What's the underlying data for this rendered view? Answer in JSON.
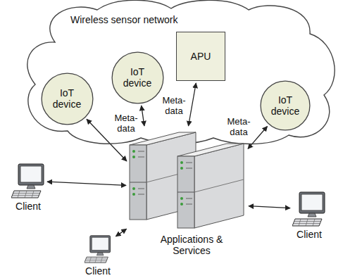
{
  "diagram": {
    "nodes": [
      {
        "text": [
          "Wireless sensor network"
        ]
      },
      {
        "text": [
          "IoT device"
        ],
        "in": 0
      },
      {
        "text": [
          "IoT device"
        ],
        "in": 0
      },
      {
        "text": [
          "APU"
        ],
        "in": 0
      },
      {
        "text": [
          "IoT device"
        ],
        "in": 0
      },
      {
        "text": [
          "Applications & Services"
        ]
      },
      {
        "text": [
          "Client"
        ]
      },
      {
        "text": [
          "Client"
        ]
      },
      {
        "text": [
          "Client"
        ]
      }
    ],
    "edges": [
      {
        "from": 1,
        "to": 5,
        "arrow": "both"
      },
      {
        "from": 2,
        "to": 5,
        "label": "Meta-data",
        "arrow": "both"
      },
      {
        "from": 3,
        "to": 5,
        "label": "Meta-data",
        "arrow": "both"
      },
      {
        "from": 4,
        "to": 5,
        "label": "Meta-data",
        "arrow": "both"
      },
      {
        "from": 6,
        "to": 5,
        "arrow": "both"
      },
      {
        "from": 7,
        "to": 5,
        "arrow": "both"
      },
      {
        "from": 8,
        "to": 5,
        "arrow": "both"
      }
    ]
  }
}
